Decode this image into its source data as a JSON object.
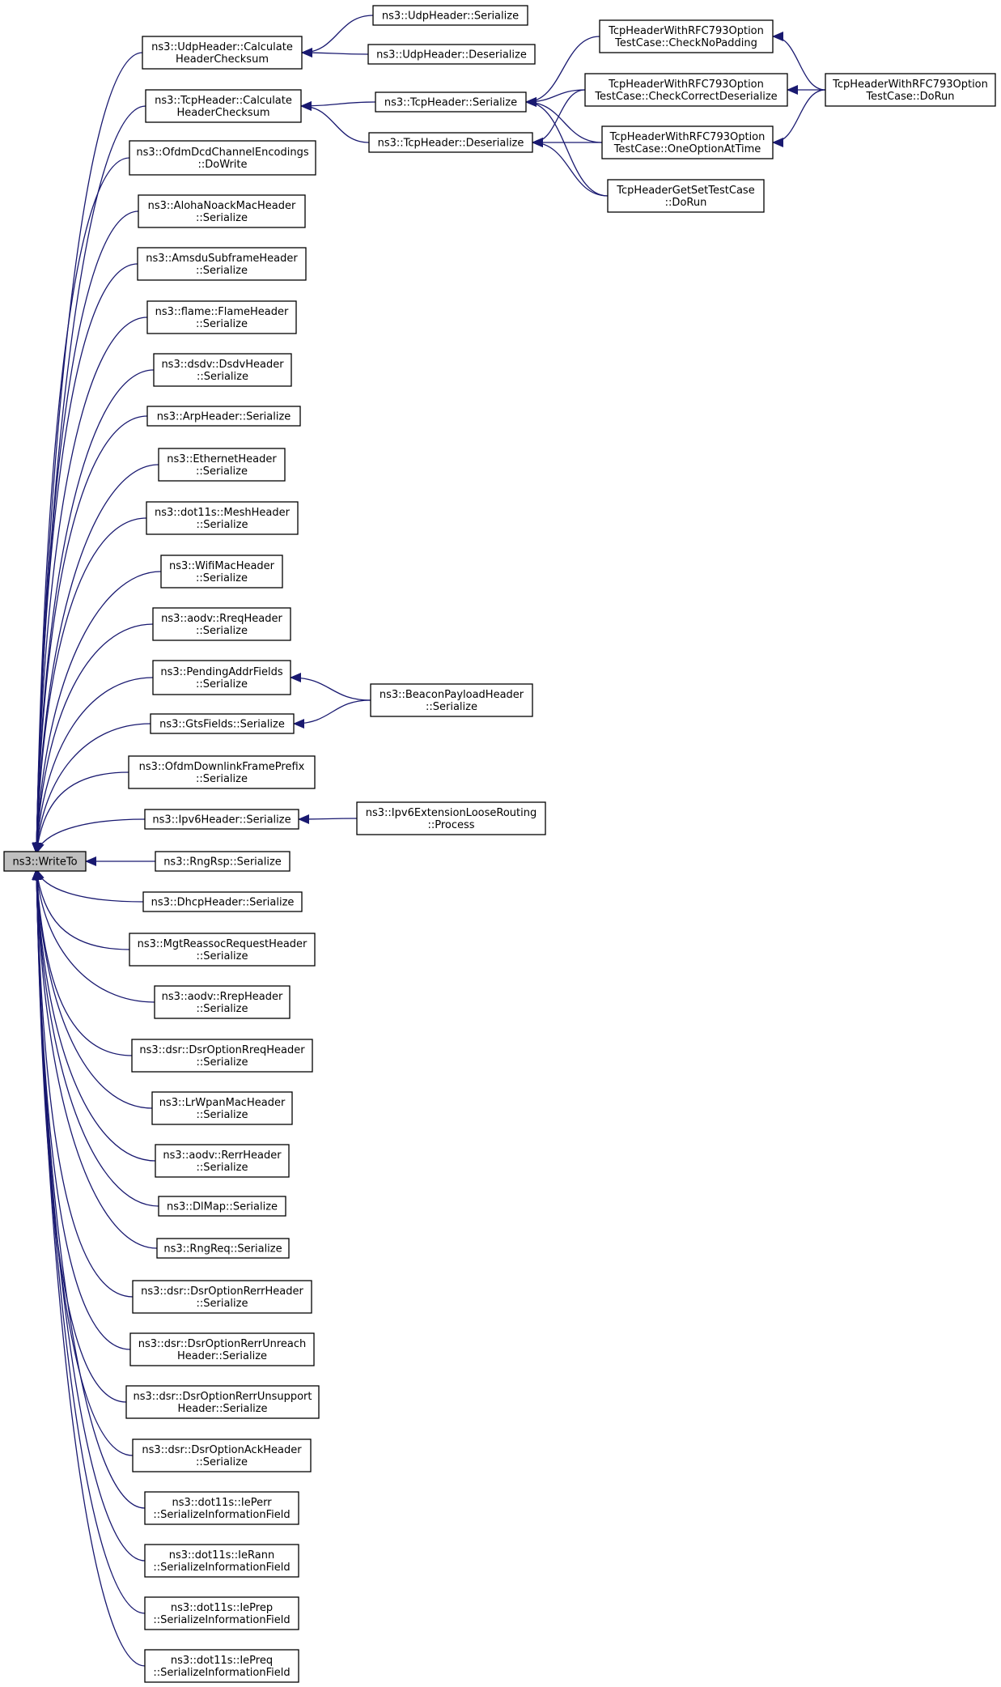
{
  "diagram": {
    "type": "call-graph",
    "root": "ns3::WriteTo",
    "colors": {
      "edge": "#191970",
      "node_border": "#000000",
      "root_fill": "#bfbfbf",
      "node_fill": "#ffffff"
    },
    "nodes": [
      {
        "id": "writeto",
        "lines": [
          "ns3::WriteTo"
        ]
      },
      {
        "id": "udp-calc",
        "lines": [
          "ns3::UdpHeader::Calculate",
          "HeaderChecksum"
        ]
      },
      {
        "id": "udp-ser",
        "lines": [
          "ns3::UdpHeader::Serialize"
        ]
      },
      {
        "id": "udp-deser",
        "lines": [
          "ns3::UdpHeader::Deserialize"
        ]
      },
      {
        "id": "tcp-calc",
        "lines": [
          "ns3::TcpHeader::Calculate",
          "HeaderChecksum"
        ]
      },
      {
        "id": "tcp-ser",
        "lines": [
          "ns3::TcpHeader::Serialize"
        ]
      },
      {
        "id": "tcp-deser",
        "lines": [
          "ns3::TcpHeader::Deserialize"
        ]
      },
      {
        "id": "tc-nopad",
        "lines": [
          "TcpHeaderWithRFC793Option",
          "TestCase::CheckNoPadding"
        ]
      },
      {
        "id": "tc-correct",
        "lines": [
          "TcpHeaderWithRFC793Option",
          "TestCase::CheckCorrectDeserialize"
        ]
      },
      {
        "id": "tc-oneopt",
        "lines": [
          "TcpHeaderWithRFC793Option",
          "TestCase::OneOptionAtTime"
        ]
      },
      {
        "id": "tc-dorun",
        "lines": [
          "TcpHeaderWithRFC793Option",
          "TestCase::DoRun"
        ]
      },
      {
        "id": "tc-getset",
        "lines": [
          "TcpHeaderGetSetTestCase",
          "::DoRun"
        ]
      },
      {
        "id": "ofdm-dcd",
        "lines": [
          "ns3::OfdmDcdChannelEncodings",
          "::DoWrite"
        ]
      },
      {
        "id": "aloha",
        "lines": [
          "ns3::AlohaNoackMacHeader",
          "::Serialize"
        ]
      },
      {
        "id": "amsdu",
        "lines": [
          "ns3::AmsduSubframeHeader",
          "::Serialize"
        ]
      },
      {
        "id": "flame",
        "lines": [
          "ns3::flame::FlameHeader",
          "::Serialize"
        ]
      },
      {
        "id": "dsdv",
        "lines": [
          "ns3::dsdv::DsdvHeader",
          "::Serialize"
        ]
      },
      {
        "id": "arp",
        "lines": [
          "ns3::ArpHeader::Serialize"
        ]
      },
      {
        "id": "ethernet",
        "lines": [
          "ns3::EthernetHeader",
          "::Serialize"
        ]
      },
      {
        "id": "mesh",
        "lines": [
          "ns3::dot11s::MeshHeader",
          "::Serialize"
        ]
      },
      {
        "id": "wifimac",
        "lines": [
          "ns3::WifiMacHeader",
          "::Serialize"
        ]
      },
      {
        "id": "rreq",
        "lines": [
          "ns3::aodv::RreqHeader",
          "::Serialize"
        ]
      },
      {
        "id": "pending",
        "lines": [
          "ns3::PendingAddrFields",
          "::Serialize"
        ]
      },
      {
        "id": "gts",
        "lines": [
          "ns3::GtsFields::Serialize"
        ]
      },
      {
        "id": "beacon",
        "lines": [
          "ns3::BeaconPayloadHeader",
          "::Serialize"
        ]
      },
      {
        "id": "ofdm-dl",
        "lines": [
          "ns3::OfdmDownlinkFramePrefix",
          "::Serialize"
        ]
      },
      {
        "id": "ipv6",
        "lines": [
          "ns3::Ipv6Header::Serialize"
        ]
      },
      {
        "id": "ipv6ext",
        "lines": [
          "ns3::Ipv6ExtensionLooseRouting",
          "::Process"
        ]
      },
      {
        "id": "rngrsp",
        "lines": [
          "ns3::RngRsp::Serialize"
        ]
      },
      {
        "id": "dhcp",
        "lines": [
          "ns3::DhcpHeader::Serialize"
        ]
      },
      {
        "id": "mgt",
        "lines": [
          "ns3::MgtReassocRequestHeader",
          "::Serialize"
        ]
      },
      {
        "id": "rrep",
        "lines": [
          "ns3::aodv::RrepHeader",
          "::Serialize"
        ]
      },
      {
        "id": "dsr-rreq",
        "lines": [
          "ns3::dsr::DsrOptionRreqHeader",
          "::Serialize"
        ]
      },
      {
        "id": "lrwpan",
        "lines": [
          "ns3::LrWpanMacHeader",
          "::Serialize"
        ]
      },
      {
        "id": "rerr",
        "lines": [
          "ns3::aodv::RerrHeader",
          "::Serialize"
        ]
      },
      {
        "id": "dlmap",
        "lines": [
          "ns3::DlMap::Serialize"
        ]
      },
      {
        "id": "rngreq",
        "lines": [
          "ns3::RngReq::Serialize"
        ]
      },
      {
        "id": "dsr-rerr",
        "lines": [
          "ns3::dsr::DsrOptionRerrHeader",
          "::Serialize"
        ]
      },
      {
        "id": "dsr-unreach",
        "lines": [
          "ns3::dsr::DsrOptionRerrUnreach",
          "Header::Serialize"
        ]
      },
      {
        "id": "dsr-unsupport",
        "lines": [
          "ns3::dsr::DsrOptionRerrUnsupport",
          "Header::Serialize"
        ]
      },
      {
        "id": "dsr-ack",
        "lines": [
          "ns3::dsr::DsrOptionAckHeader",
          "::Serialize"
        ]
      },
      {
        "id": "ieperr",
        "lines": [
          "ns3::dot11s::IePerr",
          "::SerializeInformationField"
        ]
      },
      {
        "id": "ierann",
        "lines": [
          "ns3::dot11s::IeRann",
          "::SerializeInformationField"
        ]
      },
      {
        "id": "ieprep",
        "lines": [
          "ns3::dot11s::IePrep",
          "::SerializeInformationField"
        ]
      },
      {
        "id": "iepreq",
        "lines": [
          "ns3::dot11s::IePreq",
          "::SerializeInformationField"
        ]
      }
    ],
    "edges": [
      [
        "udp-calc",
        "writeto"
      ],
      [
        "tcp-calc",
        "writeto"
      ],
      [
        "ofdm-dcd",
        "writeto"
      ],
      [
        "aloha",
        "writeto"
      ],
      [
        "amsdu",
        "writeto"
      ],
      [
        "flame",
        "writeto"
      ],
      [
        "dsdv",
        "writeto"
      ],
      [
        "arp",
        "writeto"
      ],
      [
        "ethernet",
        "writeto"
      ],
      [
        "mesh",
        "writeto"
      ],
      [
        "wifimac",
        "writeto"
      ],
      [
        "rreq",
        "writeto"
      ],
      [
        "pending",
        "writeto"
      ],
      [
        "gts",
        "writeto"
      ],
      [
        "ofdm-dl",
        "writeto"
      ],
      [
        "ipv6",
        "writeto"
      ],
      [
        "rngrsp",
        "writeto"
      ],
      [
        "dhcp",
        "writeto"
      ],
      [
        "mgt",
        "writeto"
      ],
      [
        "rrep",
        "writeto"
      ],
      [
        "dsr-rreq",
        "writeto"
      ],
      [
        "lrwpan",
        "writeto"
      ],
      [
        "rerr",
        "writeto"
      ],
      [
        "dlmap",
        "writeto"
      ],
      [
        "rngreq",
        "writeto"
      ],
      [
        "dsr-rerr",
        "writeto"
      ],
      [
        "dsr-unreach",
        "writeto"
      ],
      [
        "dsr-unsupport",
        "writeto"
      ],
      [
        "dsr-ack",
        "writeto"
      ],
      [
        "ieperr",
        "writeto"
      ],
      [
        "ierann",
        "writeto"
      ],
      [
        "ieprep",
        "writeto"
      ],
      [
        "iepreq",
        "writeto"
      ],
      [
        "udp-ser",
        "udp-calc"
      ],
      [
        "udp-deser",
        "udp-calc"
      ],
      [
        "tcp-ser",
        "tcp-calc"
      ],
      [
        "tcp-deser",
        "tcp-calc"
      ],
      [
        "tc-nopad",
        "tcp-ser"
      ],
      [
        "tc-correct",
        "tcp-ser"
      ],
      [
        "tc-oneopt",
        "tcp-ser"
      ],
      [
        "tc-getset",
        "tcp-ser"
      ],
      [
        "tc-correct",
        "tcp-deser"
      ],
      [
        "tc-oneopt",
        "tcp-deser"
      ],
      [
        "tc-getset",
        "tcp-deser"
      ],
      [
        "tc-dorun",
        "tc-nopad"
      ],
      [
        "tc-dorun",
        "tc-correct"
      ],
      [
        "tc-dorun",
        "tc-oneopt"
      ],
      [
        "beacon",
        "pending"
      ],
      [
        "beacon",
        "gts"
      ],
      [
        "ipv6ext",
        "ipv6"
      ]
    ]
  }
}
